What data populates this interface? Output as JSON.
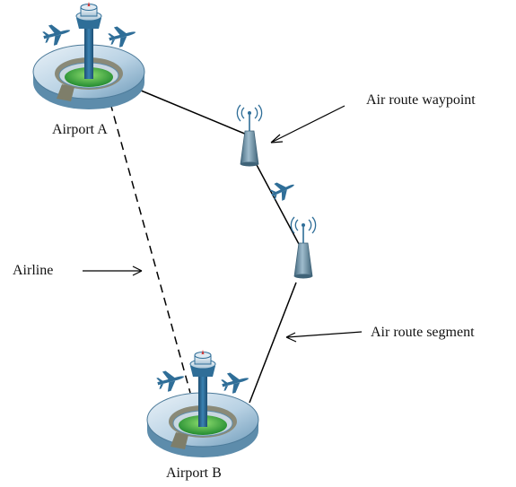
{
  "labels": {
    "airport_a": "Airport A",
    "airport_b": "Airport B",
    "waypoint": "Air route waypoint",
    "airline": "Airline",
    "segment": "Air route segment"
  },
  "colors": {
    "ring_light": "#d8e6f0",
    "ring_mid": "#a9c6da",
    "ring_dark": "#5f8eaf",
    "tower": "#2f6e98",
    "tower_dark": "#1d4f73",
    "grass": "#2f9a3a",
    "grass_light": "#7fd06b",
    "apron": "#8a8a78",
    "plane": "#2f6e98",
    "beacon": "#6a8799",
    "signal": "#2f6e98",
    "line": "#000000",
    "tower_tip": "#d23a3a"
  }
}
